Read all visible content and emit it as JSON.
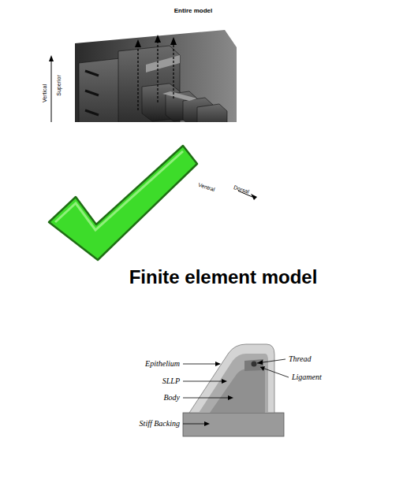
{
  "diagram": {
    "labels": [
      "Entire model",
      "Vertical",
      "Superior",
      "Ventral",
      "Dorsal",
      "Finite element model",
      "Epithelium",
      "SLLP",
      "Body",
      "Stiff Backing",
      "Thread",
      "Ligament"
    ]
  }
}
